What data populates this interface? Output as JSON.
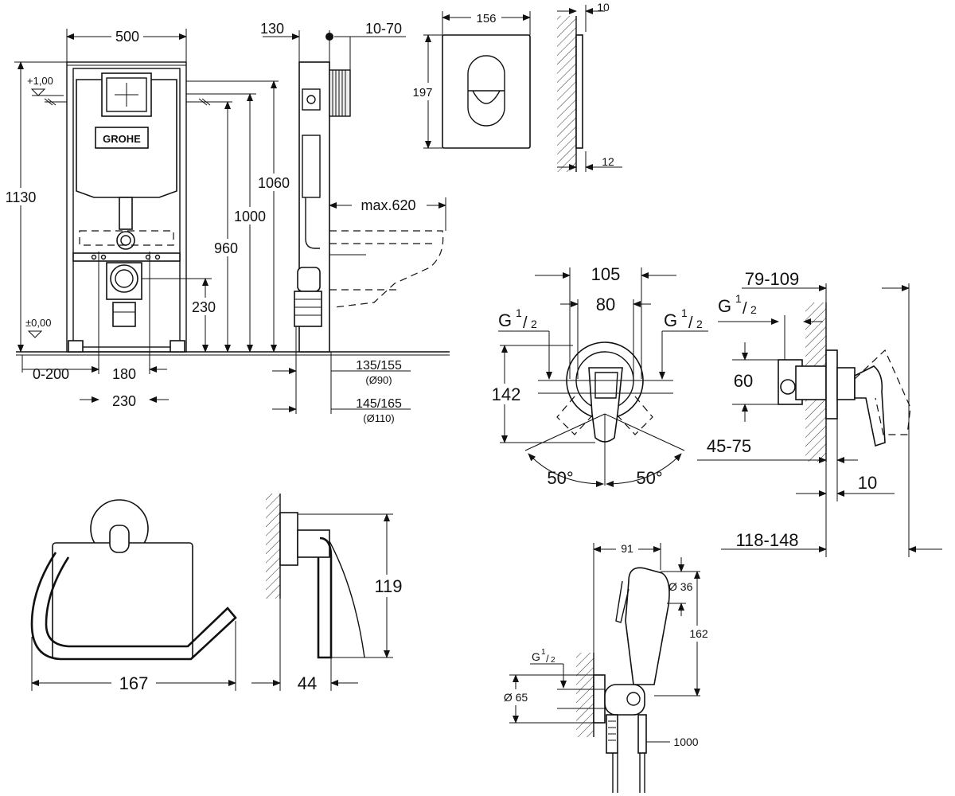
{
  "frame": {
    "width": "500",
    "height_total": "1130",
    "level_top": "+1,00",
    "level_floor": "±0,00",
    "d1060": "1060",
    "d1000": "1000",
    "d960": "960",
    "d230": "230",
    "offset": "0-200",
    "b180": "180",
    "b230": "230",
    "brand": "GROHE"
  },
  "side": {
    "d130": "130",
    "d10_70": "10-70",
    "max620": "max.620",
    "d135_155": "135/155",
    "d90": "(Ø90)",
    "d145_165": "145/165",
    "d110": "(Ø110)"
  },
  "plate": {
    "w156": "156",
    "h197": "197",
    "d10": "10",
    "d12": "12"
  },
  "mixer": {
    "d105": "105",
    "d80": "80",
    "g_left": "G",
    "g_right": "G",
    "g_side": "G",
    "g_sup": "1",
    "g_sub": "2",
    "d142": "142",
    "ang_left": "50°",
    "ang_right": "50°",
    "d79_109": "79-109",
    "d60": "60",
    "d45_75": "45-75",
    "d10": "10",
    "d118_148": "118-148"
  },
  "holder": {
    "d167": "167",
    "d44": "44",
    "d119": "119"
  },
  "hygiene": {
    "d91": "91",
    "d36": "Ø 36",
    "d162": "162",
    "g": "G",
    "g_sup": "1",
    "g_sub": "2",
    "d65": "Ø 65",
    "d1000": "1000"
  }
}
